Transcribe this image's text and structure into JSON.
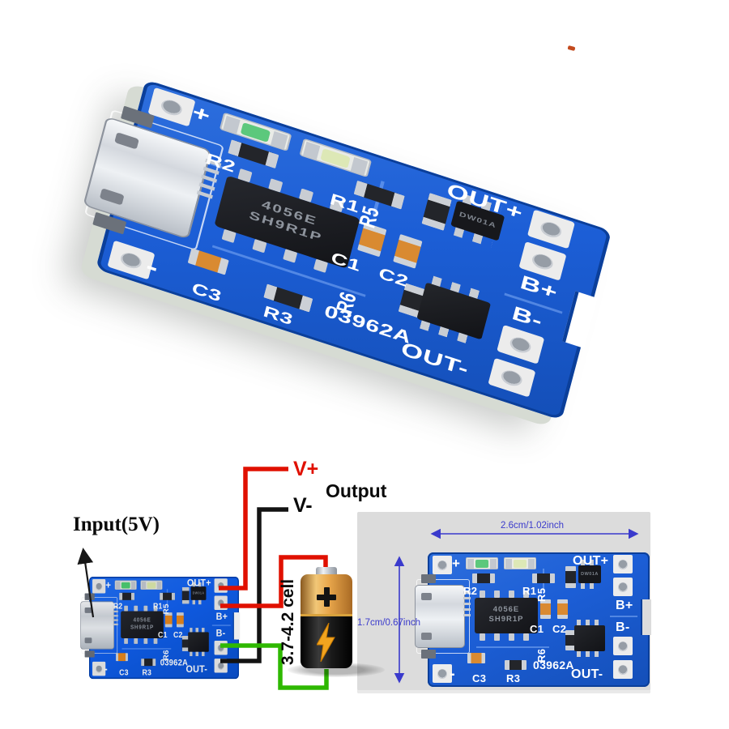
{
  "board": {
    "silkscreen": {
      "plus": "+",
      "minus": "-",
      "r2": "R2",
      "r1": "R1",
      "r5": "R5",
      "out_plus": "OUT+",
      "c1": "C1",
      "c2": "C2",
      "r6": "R6",
      "c3": "C3",
      "r3": "R3",
      "board_id": "03962A",
      "b_plus": "B+",
      "b_minus": "B-",
      "out_minus": "OUT-"
    },
    "main_chip": {
      "line1": "4056E",
      "line2": "SH9R1P"
    },
    "protection_chip_label": "DW01A",
    "pcb_color": "#1c5ed6"
  },
  "wiring_diagram": {
    "input_label": "Input(5V)",
    "output_label": "Output",
    "v_plus_label": "V+",
    "v_minus_label": "V-",
    "battery_label": "3.7-4.2 cell",
    "colors": {
      "positive_wire": "#e01000",
      "negative_wire": "#111111",
      "battery_charge_wire": "#2eb800"
    }
  },
  "dimension_panel": {
    "width_label": "2.6cm/1.02inch",
    "height_label": "1.7cm/0.67inch",
    "annotation_color": "#3a3acc"
  }
}
